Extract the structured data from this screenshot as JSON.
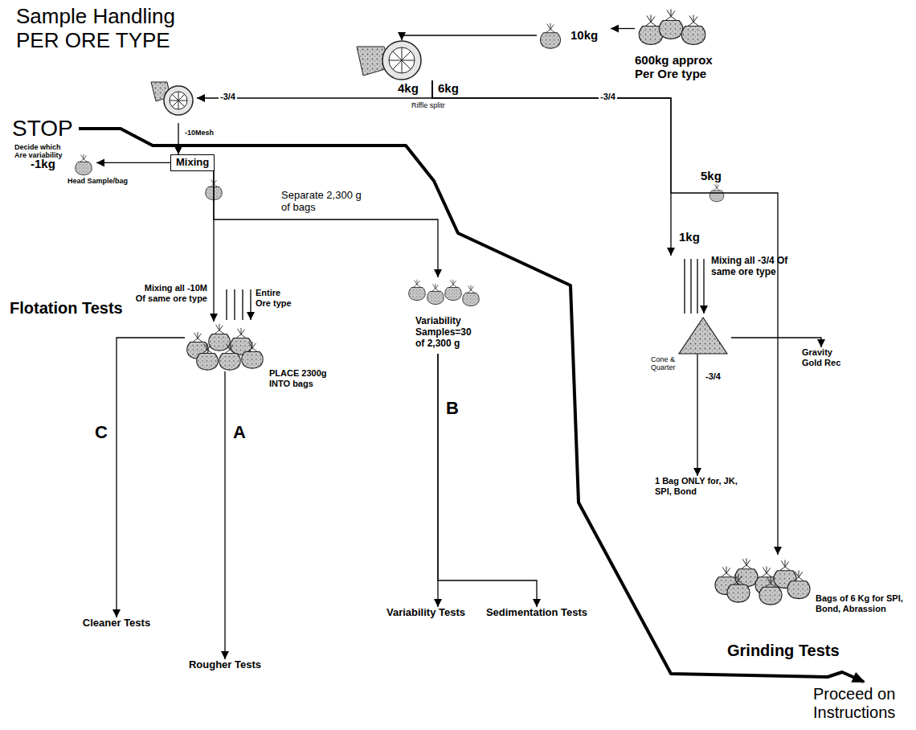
{
  "diagram": {
    "title": "Sample Handling PER ORE TYPE",
    "nodes": [
      {
        "text": [
          "600kg approx Per Ore type"
        ]
      },
      {
        "text": [
          "10kg"
        ]
      },
      {
        "text": [
          "Riffle splitr"
        ]
      },
      {
        "text": [
          "-10Mesh"
        ]
      },
      {
        "text": [
          "Mixing"
        ]
      },
      {
        "text": [
          "-1kg",
          "Head Sample/bag"
        ]
      },
      {
        "text": [
          "Mixing all -10M Of same ore type",
          "Entire Ore type",
          "PLACE 2300g INTO bags"
        ]
      },
      {
        "text": [
          "Variability Samples=30 of 2,300 g"
        ]
      },
      {
        "text": [
          "Cleaner Tests"
        ]
      },
      {
        "text": [
          "Rougher Tests"
        ]
      },
      {
        "text": [
          "Variability Tests"
        ]
      },
      {
        "text": [
          "Sedimentation Tests"
        ]
      },
      {
        "text": [
          "Mixing all -3/4 Of same ore type",
          "Cone & Quarter"
        ]
      },
      {
        "text": [
          "Bags of 6 Kg for SPI, Bond, Abrassion"
        ]
      },
      {
        "text": [
          "1 Bag ONLY for, JK, SPI, Bond"
        ]
      },
      {
        "text": [
          "Gravity Gold Rec"
        ]
      }
    ],
    "edges": [
      {
        "from": 0,
        "to": 1,
        "arrow": "to"
      },
      {
        "from": 1,
        "to": 2,
        "arrow": "to"
      },
      {
        "from": 2,
        "to": 3,
        "arrow": "to"
      },
      {
        "from": 2,
        "to": 12,
        "label": "1kg",
        "arrow": "to"
      },
      {
        "from": 2,
        "to": 13,
        "label": "5kg",
        "arrow": "to"
      },
      {
        "from": 3,
        "to": 4,
        "arrow": "to"
      },
      {
        "from": 4,
        "to": 5,
        "arrow": "to"
      },
      {
        "from": 4,
        "to": 6,
        "arrow": "to"
      },
      {
        "from": 4,
        "to": 7,
        "label": "Separate 2,300 g of bags",
        "arrow": "to"
      },
      {
        "from": 6,
        "to": 8,
        "label": "C",
        "arrow": "to"
      },
      {
        "from": 6,
        "to": 9,
        "label": "A",
        "arrow": "to"
      },
      {
        "from": 7,
        "to": 10,
        "label": "B",
        "arrow": "to"
      },
      {
        "from": 7,
        "to": 11,
        "arrow": "to"
      },
      {
        "from": 12,
        "to": 14,
        "label": "-3/4",
        "arrow": "to"
      },
      {
        "from": 12,
        "to": 15,
        "arrow": "to"
      }
    ],
    "labels": [
      "STOP",
      "Decide which Are variability",
      "Flotation Tests",
      "-3/4",
      "4kg",
      "6kg",
      "-3/4",
      "Grinding Tests",
      "Proceed on Instructions"
    ]
  }
}
